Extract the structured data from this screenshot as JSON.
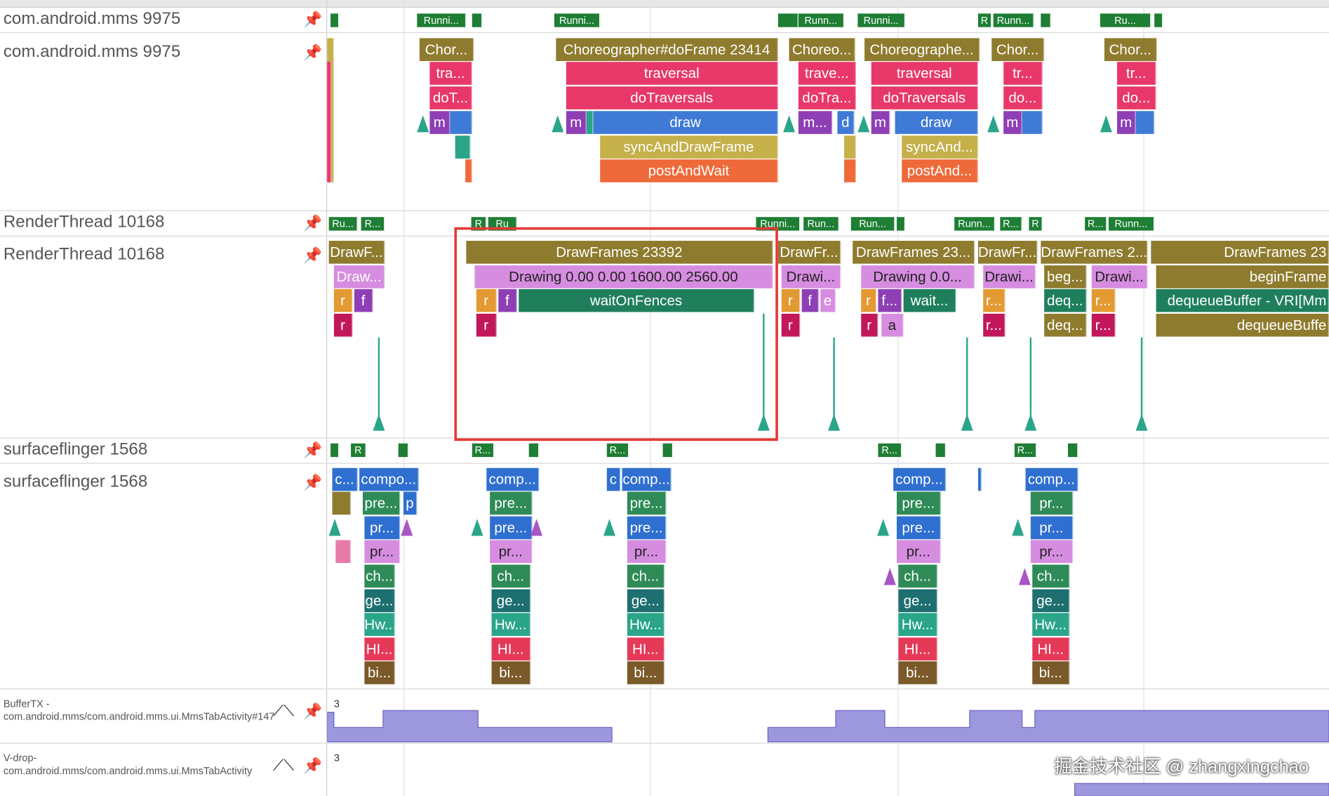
{
  "tracks": {
    "mms_state": "com.android.mms 9975",
    "mms_main": "com.android.mms 9975",
    "render_state": "RenderThread 10168",
    "render_main": "RenderThread 10168",
    "sf_state": "surfaceflinger 1568",
    "sf_main": "surfaceflinger 1568",
    "buffer_tx": "BufferTX - com.android.mms/com.android.mms.ui.MmsTabActivity#147",
    "vdrop": "V-drop-com.android.mms/com.android.mms.ui.MmsTabActivity"
  },
  "icons": {
    "pin": "pin-icon",
    "trend": "trend-icon"
  },
  "counters": {
    "buffer_value": "3",
    "vdrop_value": "3"
  },
  "watermark": "掘金技术社区 @ zhangxingchao",
  "slices": {
    "mms_states": [
      "Runni...",
      "Runni...",
      "Runn...",
      "Runni...",
      "R",
      "Runn...",
      "Ru..."
    ],
    "mms": {
      "chor1": "Chor...",
      "tra1": "tra...",
      "dot1": "doT...",
      "m1": "m",
      "chor2": "Choreographer#doFrame 23414",
      "traversal2": "traversal",
      "doTraversals2": "doTraversals",
      "m2": "m",
      "draw2": "draw",
      "sync2": "syncAndDrawFrame",
      "post2": "postAndWait",
      "chor3": "Choreo...",
      "trave3": "trave...",
      "dotra3": "doTra...",
      "m3": "m...",
      "d3": "d",
      "chor4": "Choreographe...",
      "traversal4": "traversal",
      "doTraversals4": "doTraversals",
      "m4": "m",
      "draw4": "draw",
      "sync4": "syncAnd...",
      "post4": "postAnd...",
      "chor5": "Chor...",
      "tr5": "tr...",
      "do5": "do...",
      "m5": "m",
      "chor6": "Chor...",
      "tr6": "tr...",
      "do6": "do...",
      "m6": "m"
    },
    "render_states": [
      "Ru...",
      "R...",
      "R",
      "Ru",
      "Runni...",
      "Run...",
      "Run...",
      "Runn...",
      "R...",
      "R",
      "R...",
      "Runn..."
    ],
    "render": {
      "df1": "DrawF...",
      "draw1": "Draw...",
      "r1": "r",
      "f1": "f",
      "r1b": "r",
      "df2": "DrawFrames 23392",
      "drawing2": "Drawing  0.00  0.00 1600.00 2560.00",
      "r2": "r",
      "f2": "f",
      "wait2": "waitOnFences",
      "r2b": "r",
      "df3": "DrawFr...",
      "drawi3": "Drawi...",
      "r3": "r",
      "f3": "f",
      "e3": "e",
      "r3b": "r",
      "df4": "DrawFrames 23...",
      "drawing4": "Drawing  0.0...",
      "r4": "r",
      "f4": "f...",
      "wait4": "wait...",
      "r4b": "r",
      "a4": "a",
      "df5": "DrawFr...",
      "drawi5": "Drawi...",
      "r5": "r...",
      "r5b": "r...",
      "df6": "DrawFrames 2...",
      "beg6": "beg...",
      "drawi6": "Drawi...",
      "deq6": "deq...",
      "r6": "r...",
      "deq6b": "deq...",
      "r6b": "r...",
      "df7": "DrawFrames 23",
      "begin7": "beginFrame",
      "deq7": "dequeueBuffer - VRI[Mm",
      "deq7b": "dequeueBuffe"
    },
    "sf_states": [
      "R",
      "R...",
      "R...",
      "R...",
      "R..."
    ],
    "sf": {
      "c1": "c...",
      "compo1": "compo...",
      "pre1": "pre...",
      "p1": "p",
      "pr1": "pr...",
      "pr1b": "pr...",
      "ch1": "ch...",
      "ge1": "ge...",
      "hw1": "Hw...",
      "hl1": "HI...",
      "bi1": "bi...",
      "comp2": "comp...",
      "pre2": "pre...",
      "pre2b": "pre...",
      "pr2": "pr...",
      "ch2": "ch...",
      "ge2": "ge...",
      "hw2": "Hw...",
      "hl2": "HI...",
      "bi2": "bi...",
      "c3": "c",
      "comp3": "comp...",
      "pre3": "pre...",
      "pre3b": "pre...",
      "pr3": "pr...",
      "ch3": "ch...",
      "ge3": "ge...",
      "hw3": "Hw...",
      "hl3": "HI...",
      "bi3": "bi...",
      "comp4": "comp...",
      "pre4": "pre...",
      "pre4b": "pre...",
      "pr4": "pr...",
      "ch4": "ch...",
      "ge4": "ge...",
      "hw4": "Hw...",
      "hl4": "HI...",
      "bi4": "bi...",
      "comp5": "comp...",
      "pr5": "pr...",
      "pr5b": "pr...",
      "pr5c": "pr...",
      "ch5": "ch...",
      "ge5": "ge...",
      "hw5": "Hw...",
      "hl5": "HI...",
      "bi5": "bi..."
    }
  },
  "colors": {
    "olive": "#8e7b2e",
    "pink": "#e8386a",
    "blue": "#3f7ad6",
    "khaki": "#c5b04a",
    "orange": "#ef6a3a",
    "purple": "#8e3fb5",
    "lilac": "#d68de0",
    "darkgreen": "#1f7f5c",
    "crimson": "#c2185b",
    "green": "#2e8b57",
    "sfblue": "#2f6fd0",
    "teal": "#1e6f6f",
    "hlred": "#e53958",
    "brown": "#7a5a28",
    "counter": "#9d97de",
    "state": "#1e7e34"
  }
}
